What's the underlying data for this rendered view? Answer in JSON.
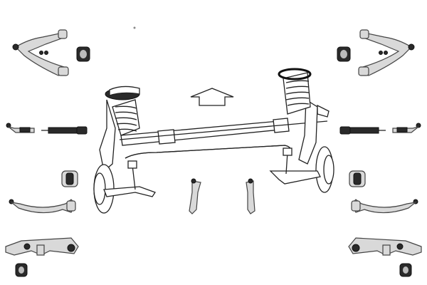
{
  "diagram": {
    "colors": {
      "background": "#ffffff",
      "metal": "#d9d9d9",
      "outline": "#222222",
      "rubber": "#2a2a2a"
    },
    "parts": [
      "upper-control-arm-left",
      "upper-control-arm-right",
      "bushing-upper-left",
      "bushing-upper-right",
      "tie-rod-end-left",
      "tie-rod-end-right",
      "inner-tie-rod-left",
      "inner-tie-rod-right",
      "bushing-mid-left",
      "bushing-mid-right",
      "lower-rear-arm-left",
      "lower-rear-arm-right",
      "lower-front-arm-left",
      "lower-front-arm-right",
      "bushing-bottom-left",
      "bushing-bottom-right",
      "stabilizer-link-left",
      "stabilizer-link-right",
      "front-axle-assembly",
      "direction-arrow"
    ]
  }
}
